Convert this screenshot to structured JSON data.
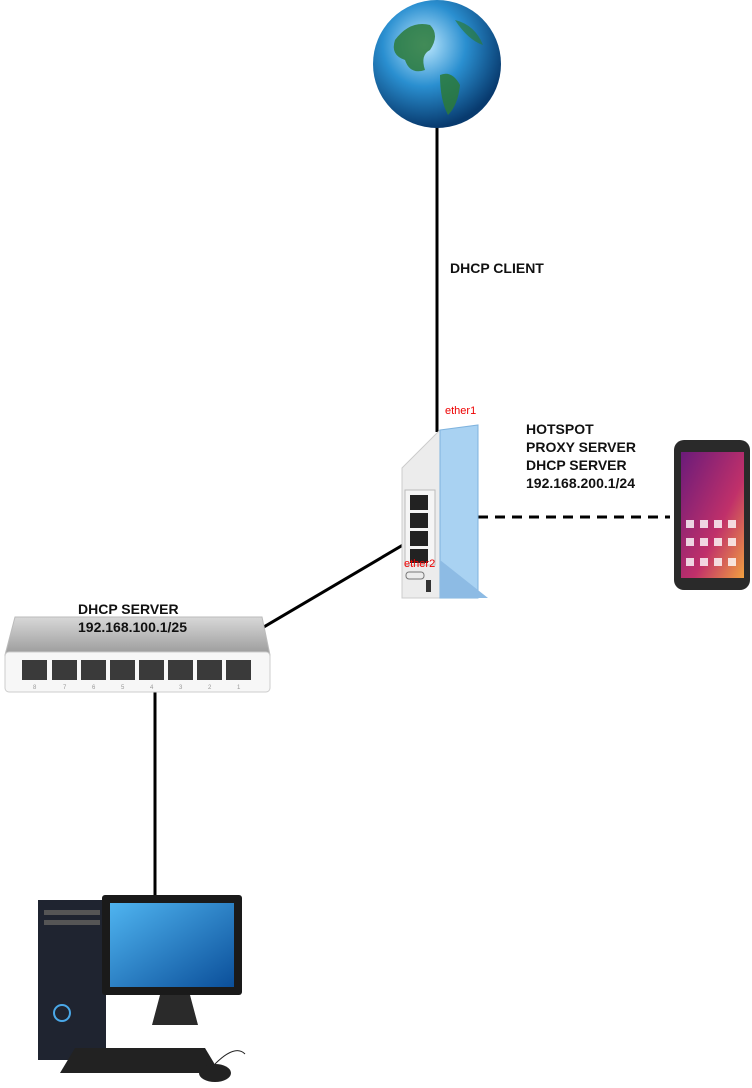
{
  "labels": {
    "isp_link": "DHCP CLIENT",
    "router_services": [
      "HOTSPOT",
      "PROXY SERVER",
      "DHCP SERVER",
      "192.168.200.1/24"
    ],
    "lan_services": [
      "DHCP SERVER",
      "192.168.100.1/25"
    ]
  },
  "ports": {
    "router_wan": "ether1",
    "router_lan": "ether2"
  },
  "switch_port_numbers": [
    "8",
    "7",
    "6",
    "5",
    "4",
    "3",
    "2",
    "1"
  ],
  "devices": {
    "internet": "globe-icon",
    "router": "router-icon",
    "switch": "switch-icon",
    "phone": "smartphone-icon",
    "pc": "desktop-computer-icon"
  },
  "colors": {
    "link": "#000000",
    "port_label": "#e00000",
    "router_accent": "#9cc8ec"
  }
}
